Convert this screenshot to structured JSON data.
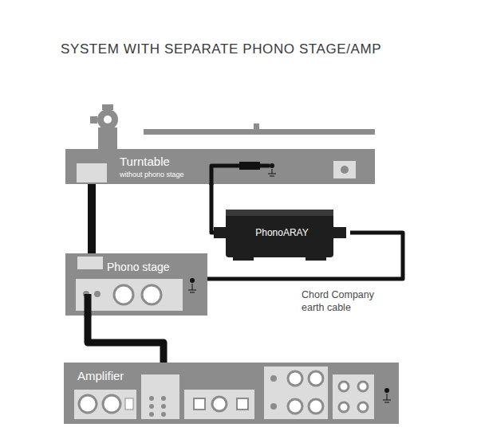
{
  "diagram": {
    "title": "SYSTEM WITH SEPARATE PHONO STAGE/AMP",
    "nodes": [
      {
        "text": [
          "Turntable",
          "without phono stage"
        ]
      },
      {
        "text": [
          "PhonoARAY"
        ]
      },
      {
        "text": [
          "Phono stage"
        ]
      },
      {
        "text": [
          "Amplifier"
        ]
      }
    ],
    "edges": [
      {
        "from": 0,
        "to": 2,
        "arrow": "none"
      },
      {
        "from": 2,
        "to": 3,
        "arrow": "none"
      },
      {
        "from": 0,
        "to": 1,
        "arrow": "none"
      },
      {
        "from": 1,
        "to": 2,
        "label": "Chord Company earth cable",
        "arrow": "none"
      }
    ]
  }
}
